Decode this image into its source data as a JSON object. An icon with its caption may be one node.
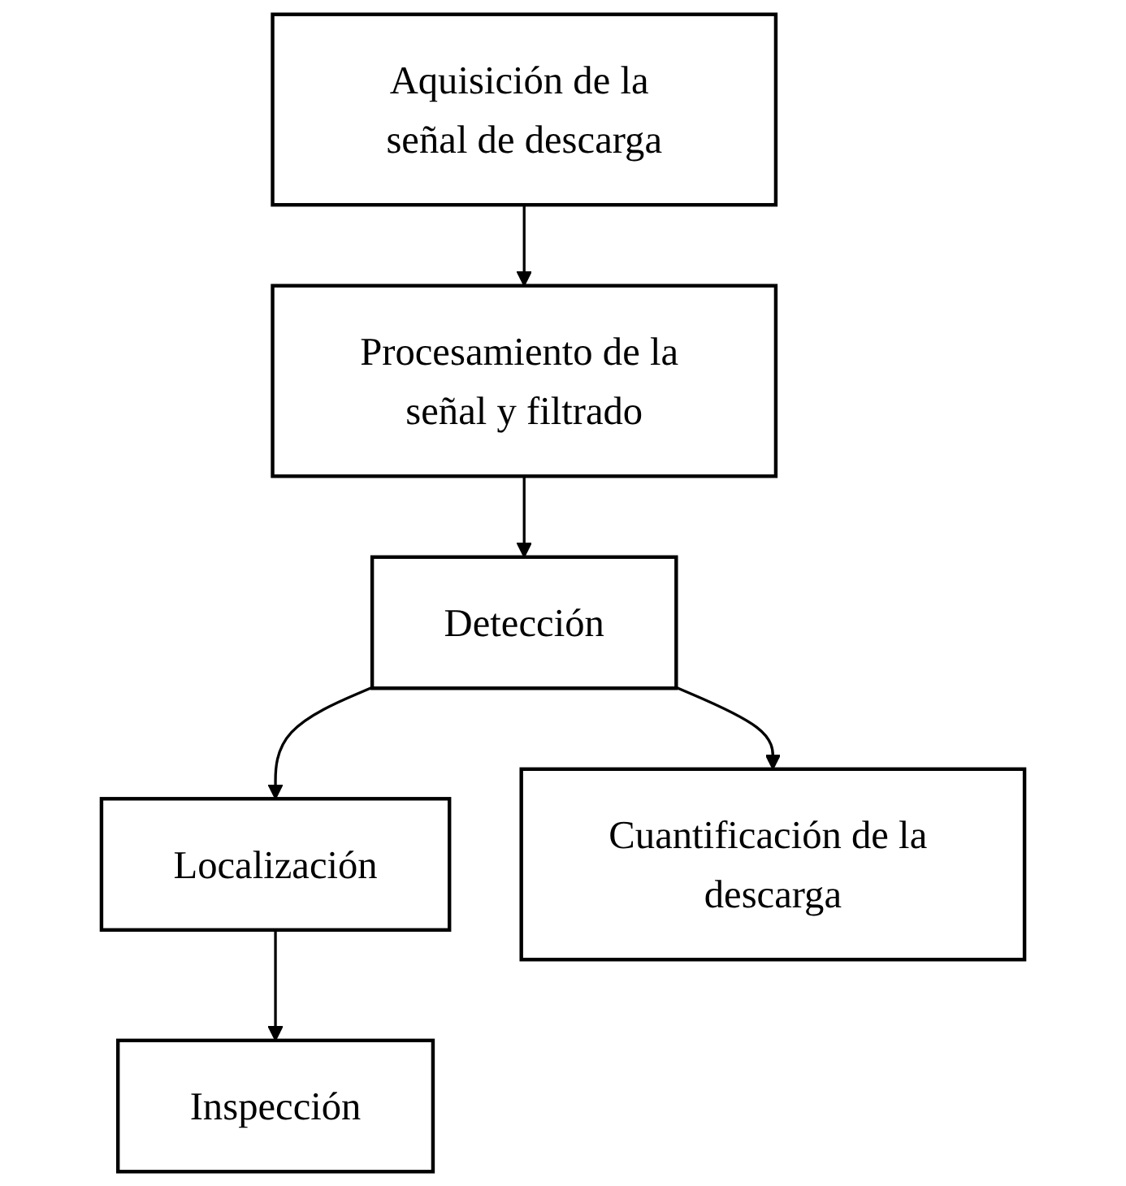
{
  "diagram": {
    "nodes": [
      {
        "text": [
          "Aquisición de la señal de descarga"
        ]
      },
      {
        "text": [
          "Procesamiento de la señal y filtrado"
        ]
      },
      {
        "text": [
          "Detección"
        ]
      },
      {
        "text": [
          "Localización"
        ]
      },
      {
        "text": [
          "Inspección"
        ]
      },
      {
        "text": [
          "Cuantificación de la descarga"
        ]
      }
    ],
    "edges": [
      {
        "from": 0,
        "to": 1,
        "arrow": "to"
      },
      {
        "from": 1,
        "to": 2,
        "arrow": "to"
      },
      {
        "from": 2,
        "to": 5,
        "arrow": "to"
      },
      {
        "from": 2,
        "to": 3,
        "arrow": "to"
      },
      {
        "from": 3,
        "to": 4,
        "arrow": "to"
      }
    ]
  }
}
